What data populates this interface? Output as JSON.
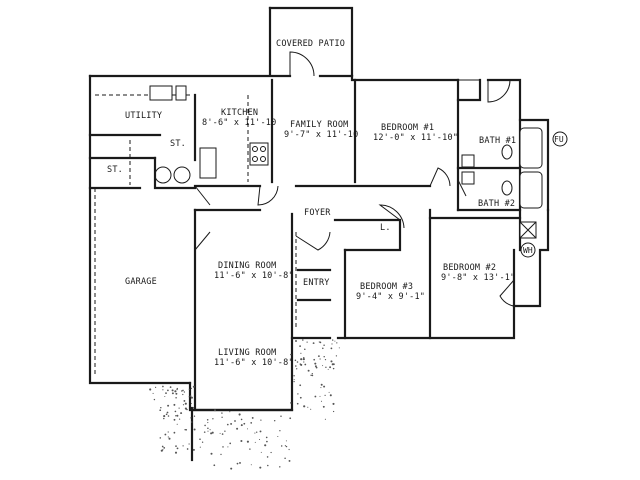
{
  "rooms": {
    "covered_patio": "COVERED PATIO",
    "utility": "UTILITY",
    "kitchen": {
      "name": "KITCHEN",
      "size": "8'-6\" x 11'-10"
    },
    "family_room": {
      "name": "FAMILY ROOM",
      "size": "9'-7\" x 11'-10"
    },
    "bedroom1": {
      "name": "BEDROOM #1",
      "size": "12'-0\" x 11'-10\""
    },
    "bath1": "BATH #1",
    "bath2": "BATH #2",
    "storage1": "ST.",
    "storage2": "ST.",
    "foyer": "FOYER",
    "linen": "L.",
    "garage": "GARAGE",
    "dining_room": {
      "name": "DINING ROOM",
      "size": "11'-6\" x 10'-8\""
    },
    "entry": "ENTRY",
    "bedroom3": {
      "name": "BEDROOM #3",
      "size": "9'-4\" x 9'-1\""
    },
    "bedroom2": {
      "name": "BEDROOM #2",
      "size": "9'-8\" x 13'-1\""
    },
    "living_room": {
      "name": "LIVING ROOM",
      "size": "11'-6\" x 10'-8\""
    }
  },
  "fixtures": {
    "furnace_label": "FU",
    "water_heater_label": "WH"
  }
}
